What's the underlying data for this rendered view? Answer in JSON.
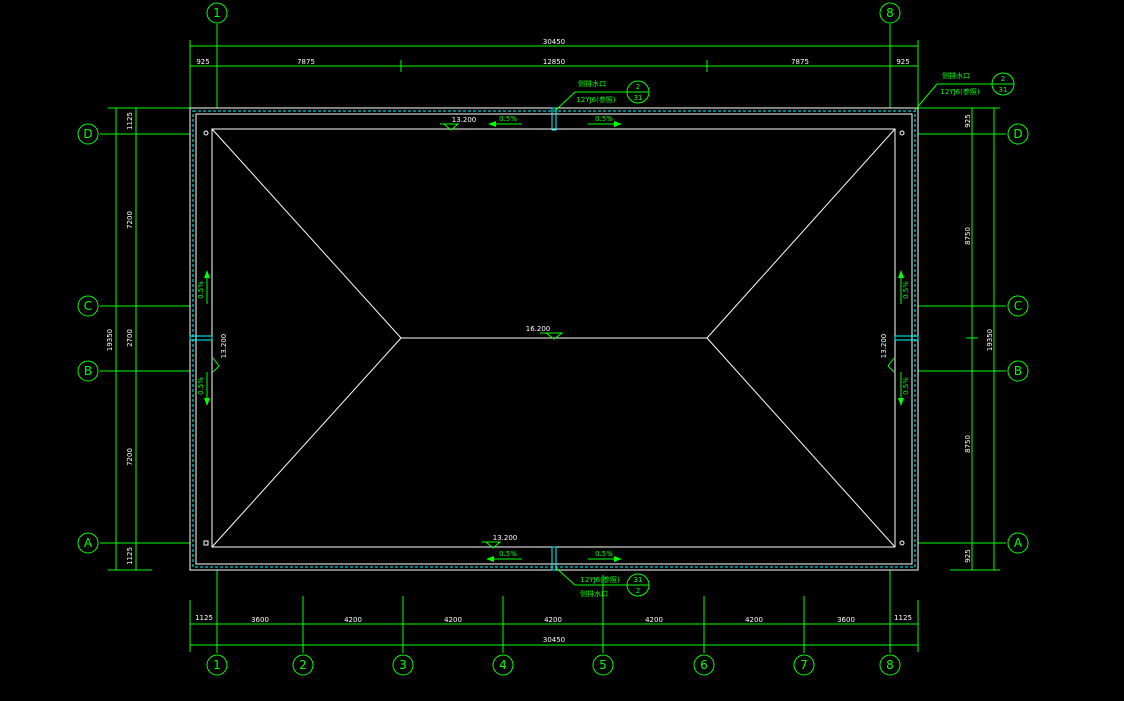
{
  "dims": {
    "top_total": "30450",
    "top_segments": [
      "925",
      "7875",
      "12850",
      "7875",
      "925"
    ],
    "bottom_total": "30450",
    "bottom_segments": [
      "1125",
      "3600",
      "4200",
      "4200",
      "4200",
      "4200",
      "4200",
      "3600",
      "1125"
    ],
    "left_total": "19350",
    "left_segments": [
      "1125",
      "7200",
      "2700",
      "7200",
      "1125"
    ],
    "right_total": "19350",
    "right_segments": [
      "925",
      "8750",
      "8750",
      "925"
    ]
  },
  "axes": {
    "columns": [
      "1",
      "2",
      "3",
      "4",
      "5",
      "6",
      "7",
      "8"
    ],
    "rows": [
      "D",
      "C",
      "B",
      "A"
    ]
  },
  "elevations": {
    "ridge": "16.200",
    "top": "13.200",
    "bottom": "13.200",
    "left": "13.200",
    "right": "13.200"
  },
  "slope": "0.5%",
  "callouts": {
    "top": {
      "title": "侧排水口",
      "ref": "12YJ6(参照)",
      "num_top": "2",
      "num_bottom": "31"
    },
    "right": {
      "title": "侧排水口",
      "ref": "12YJ6(参照)",
      "num_top": "2",
      "num_bottom": "31"
    },
    "bottom": {
      "title": "侧排水口",
      "ref": "12YJ6(参照)",
      "num_top": "31",
      "num_bottom": "2"
    }
  },
  "colors": {
    "line": "#00ff00",
    "roof": "#ffffff",
    "drain": "#00ffff",
    "background": "#000000"
  }
}
